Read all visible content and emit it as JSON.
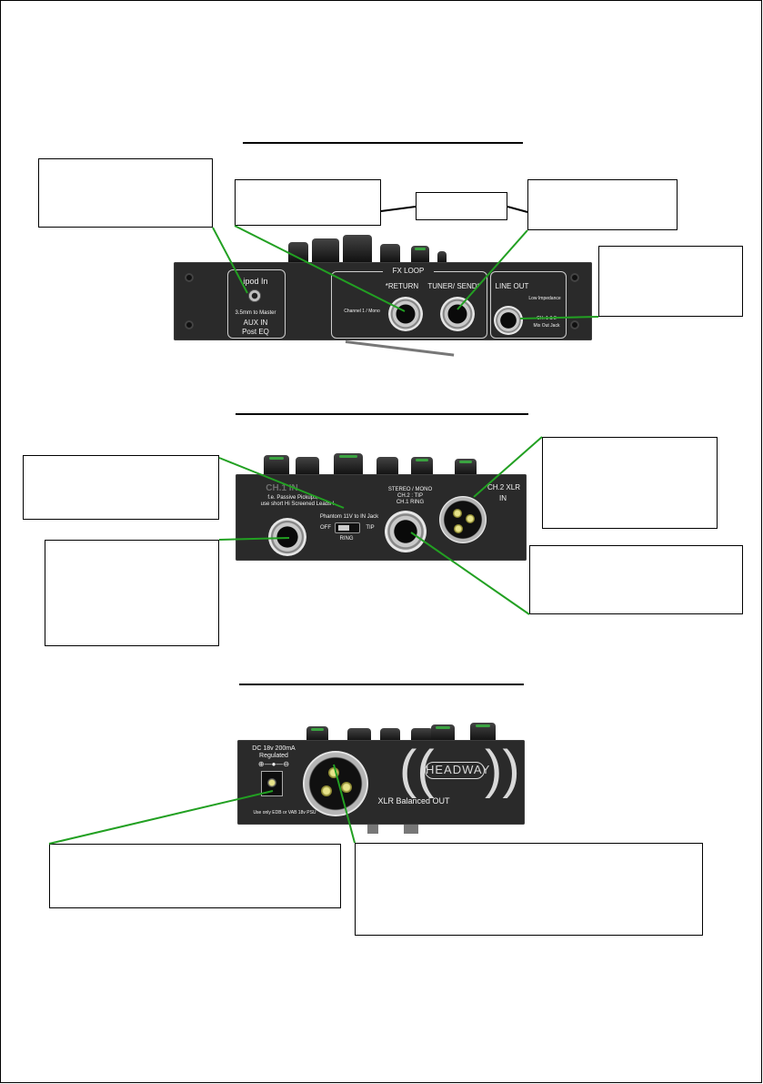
{
  "panel_top": {
    "ipod_title": "ipod In",
    "ipod_sub": "3.5mm to Master",
    "aux_in": "AUX IN",
    "post_eq": "Post EQ",
    "fx_loop": "FX LOOP",
    "return_label": "*RETURN",
    "tuner_send_label": "TUNER/ SEND*",
    "channel_mono": "Channel 1 / Mono",
    "line_out": "LINE OUT",
    "low_impedance": "Low Impedance",
    "mix_out_1": "CH. 1 & 2",
    "mix_out_2": "Mix Out Jack"
  },
  "panel_middle": {
    "ch1_in": "CH.1 IN",
    "ch1_note_1": "f.e. Passive Pickups,",
    "ch1_note_2": "use short Hi Screened Leads !",
    "phantom": "Phantom 11V to IN Jack",
    "off": "OFF",
    "tip": "TIP",
    "ring": "RING",
    "stereo_mono": "STEREO / MONO",
    "ch2_tip": "CH.2 : TIP",
    "ch1_ring": "CH.1   RING",
    "ch2_xlr": "CH.2 XLR",
    "in": "IN"
  },
  "panel_bottom": {
    "dc": "DC 18v 200mA",
    "regulated": "Regulated",
    "psu_note": "Use only EDB or VAB 18v PSU",
    "xlr_out": "XLR Balanced  OUT",
    "logo": "HEADWAY"
  },
  "colors": {
    "leader": "#22a022",
    "panel": "#2a2a2a",
    "label": "#f2f2f2"
  }
}
